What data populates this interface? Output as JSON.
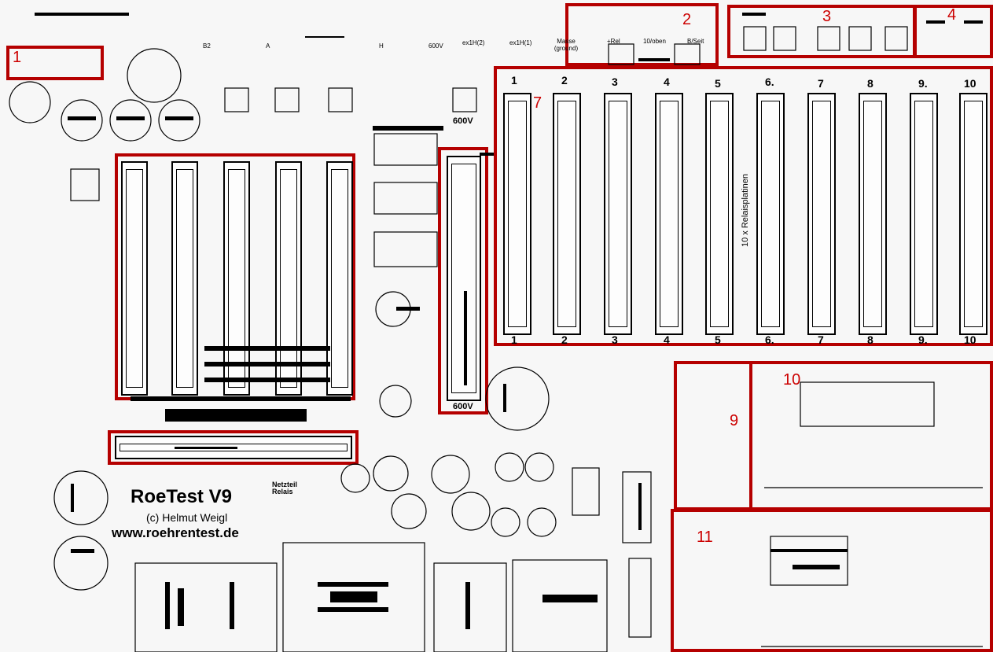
{
  "board": {
    "title": "RoeTest V9",
    "copyright": "(c) Helmut Weigl",
    "url": "www.roehrentest.de",
    "netzteil": "Netzteil\nRelais",
    "vertical_label": "10 x Relaisplatinen",
    "voltage_600_a": "600V",
    "voltage_600_b": "600V",
    "top_labels": [
      "B2",
      "A",
      "H",
      "600V",
      "ex1H(2)",
      "ex1H(1)",
      "Masse (ground)",
      "+Rel",
      "10/oben",
      "B/Seit"
    ]
  },
  "regions": [
    {
      "id": "1",
      "color": "#cc0000"
    },
    {
      "id": "2",
      "color": "#cc0000"
    },
    {
      "id": "3",
      "color": "#cc0000"
    },
    {
      "id": "4",
      "color": "#cc0000"
    },
    {
      "id": "5",
      "color": "#cc0000"
    },
    {
      "id": "6",
      "color": "#cc0000"
    },
    {
      "id": "7",
      "color": "#cc0000"
    },
    {
      "id": "8",
      "color": "#f08a00"
    },
    {
      "id": "9",
      "color": "#cc0000"
    },
    {
      "id": "10",
      "color": "#cc0000"
    },
    {
      "id": "11",
      "color": "#cc0000"
    }
  ],
  "relay_slots_top": [
    "1",
    "2",
    "3",
    "4",
    "5",
    "6.",
    "7",
    "8",
    "9.",
    "10"
  ],
  "relay_slots_bottom": [
    "1",
    "2",
    "3",
    "4",
    "5",
    "6.",
    "7",
    "8",
    "9.",
    "10"
  ],
  "colors": {
    "region_border": "#b50000",
    "ink": "#000000",
    "background": "#f7f7f7"
  }
}
